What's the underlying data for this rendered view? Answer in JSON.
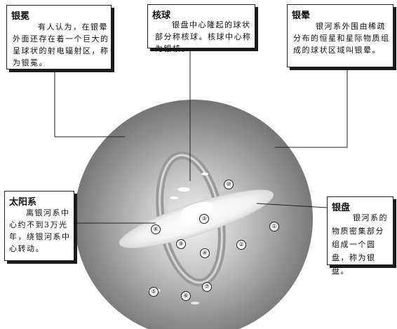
{
  "callouts": {
    "halo": {
      "title": "银冕",
      "text": "有人认为，在银晕外面还存在着一个巨大的呈球状的射电辐射区，称为银冕。"
    },
    "bulge": {
      "title": "核球",
      "text": "银盘中心隆起的球状部分称核球。核球中心称为银核。"
    },
    "corona": {
      "title": "银晕",
      "text": "银河系外围由稀疏分布的恒星和星际物质组成的球状区域叫银晕。"
    },
    "sun": {
      "title": "太阳系",
      "text": "离银河系中心约不到3万光年，绕银河系中心转动。"
    },
    "disk": {
      "title": "银盘",
      "text": "银河系的物质密集部分组成一个圆盘，称为银盘。"
    }
  },
  "markers": [
    "①",
    "②",
    "③",
    "④",
    "⑤",
    "⑥",
    "⑦",
    "⑧",
    "⑨",
    "⑩"
  ]
}
